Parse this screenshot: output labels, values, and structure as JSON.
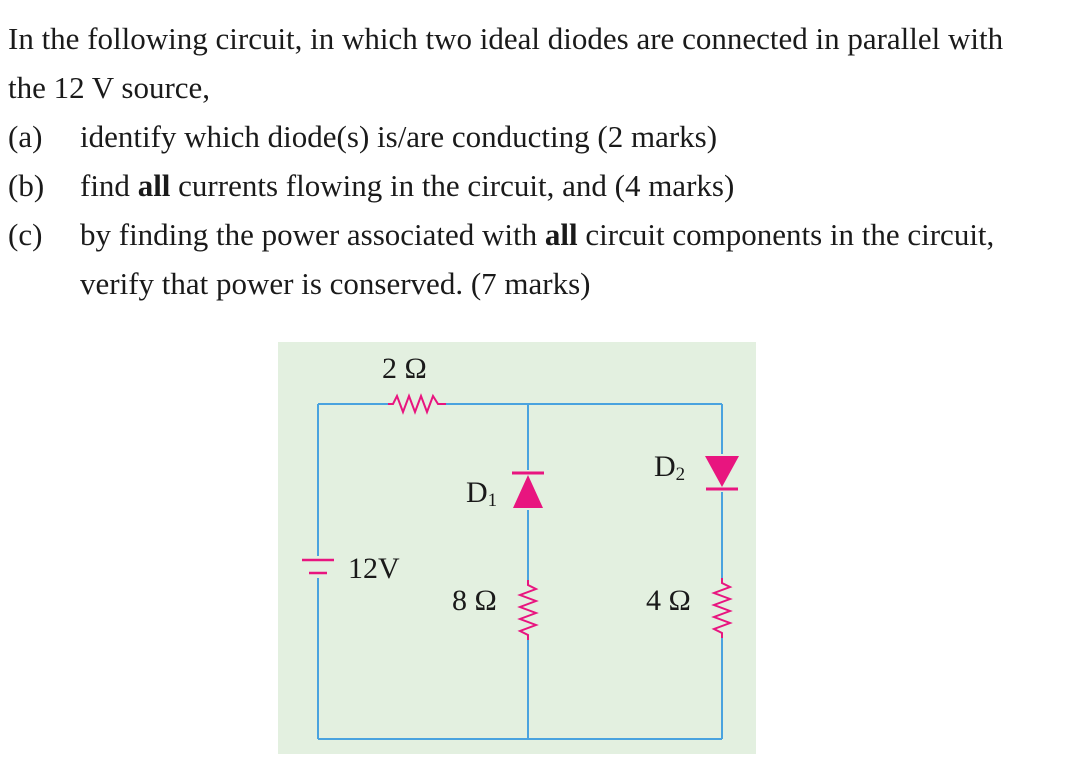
{
  "question": {
    "intro_line1": "In the following circuit, in which two ideal diodes are connected in parallel with",
    "intro_line2": "the 12 V source,",
    "parts": [
      {
        "mark": "(a)",
        "pre": "identify which diode(s) is/are conducting (2 marks)",
        "bold": "",
        "post": ""
      },
      {
        "mark": "(b)",
        "pre": "find ",
        "bold": "all",
        "post": " currents flowing in the circuit, and (4 marks)"
      },
      {
        "mark": "(c)",
        "pre": "by finding the power associated with ",
        "bold": "all",
        "post": " circuit components in the circuit,",
        "line2": "verify that power is conserved. (7 marks)"
      }
    ]
  },
  "circuit": {
    "background_color": "#e3f0e0",
    "wire_color": "#4aa3df",
    "component_color": "#e8157f",
    "labels": {
      "r_top": "2 Ω",
      "source": "12V",
      "d1_letter": "D",
      "d1_sub": "1",
      "d2_letter": "D",
      "d2_sub": "2",
      "r_mid": "8 Ω",
      "r_right": "4 Ω"
    },
    "icons": [
      "resistor-icon",
      "diode-icon",
      "battery-icon"
    ]
  }
}
